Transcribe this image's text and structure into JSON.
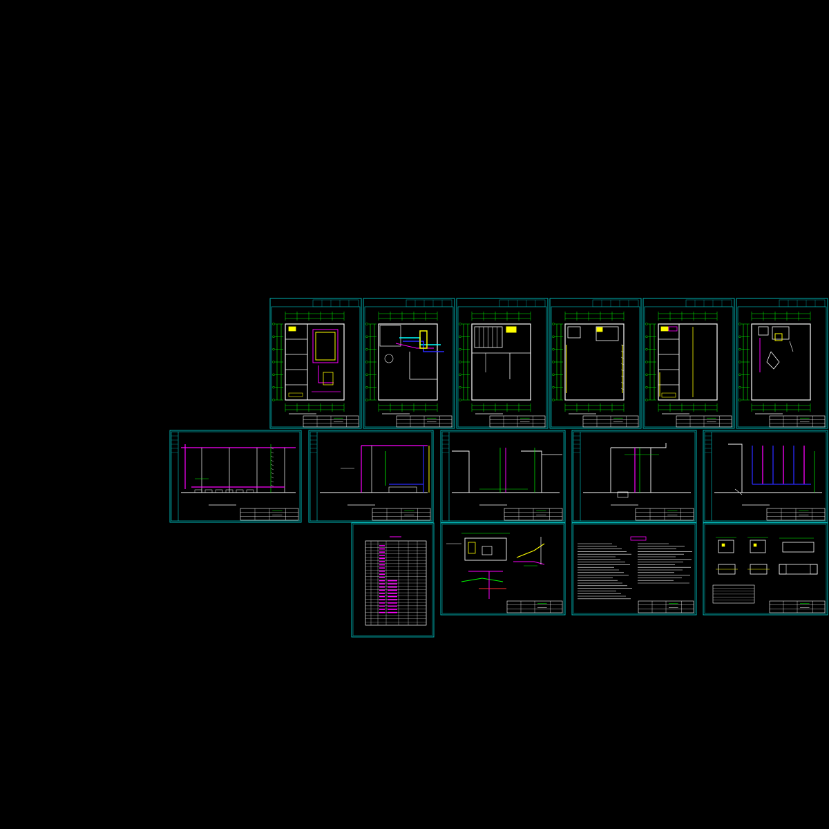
{
  "viewport": {
    "background": "#000000",
    "ucs_marker": "⊾"
  },
  "palette": {
    "frame": "#00b4b4",
    "wall": "#ffffff",
    "dim": "#00ff00",
    "pipe": "#ff00ff",
    "column": "#ffff00",
    "blue": "#2a2aff",
    "cyan": "#00ffff",
    "red": "#ff3030"
  },
  "sheets": {
    "floor_plans": {
      "count": 6,
      "kinds": [
        "plan-a",
        "plan-b",
        "plan-c",
        "plan-d",
        "plan-e",
        "plan-f"
      ]
    },
    "sections": {
      "count": 5
    },
    "details": [
      "material-table",
      "system-diagram",
      "design-notes",
      "node-details"
    ]
  }
}
